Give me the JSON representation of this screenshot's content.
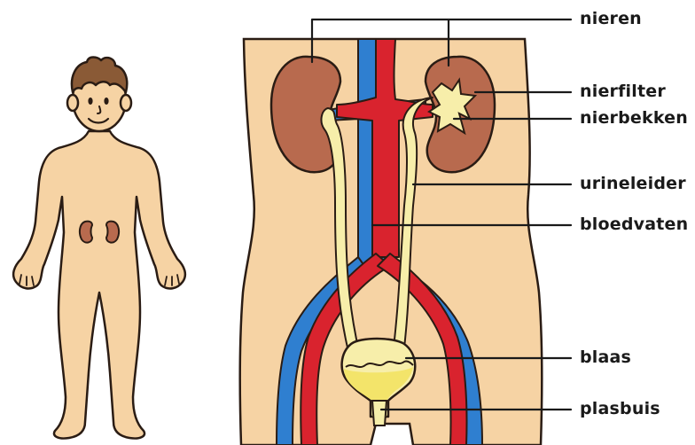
{
  "labels": {
    "nieren": "nieren",
    "nierfilter": "nierfilter",
    "nierbekken": "nierbekken",
    "urineleider": "urineleider",
    "bloedvaten": "bloedvaten",
    "blaas": "blaas",
    "plasbuis": "plasbuis"
  },
  "colors": {
    "skin": "#f6d3a4",
    "outline": "#2a1c14",
    "kidney": "#b86a4e",
    "urine": "#f7eeaa",
    "artery": "#d9232e",
    "vein": "#2f7fd0",
    "hair": "#8a5a36"
  }
}
